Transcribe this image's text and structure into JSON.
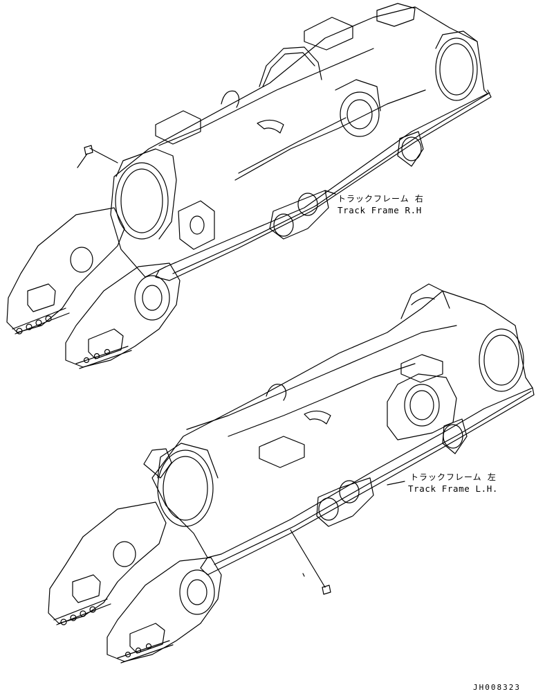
{
  "parts": {
    "right": {
      "label_ja": "トラックフレーム 右",
      "label_en": "Track Frame R.H"
    },
    "left": {
      "label_ja": "トラックフレーム 左",
      "label_en": "Track Frame L.H."
    }
  },
  "drawing_code": "JH008323",
  "colors": {
    "line": "#000000",
    "background": "#ffffff"
  }
}
